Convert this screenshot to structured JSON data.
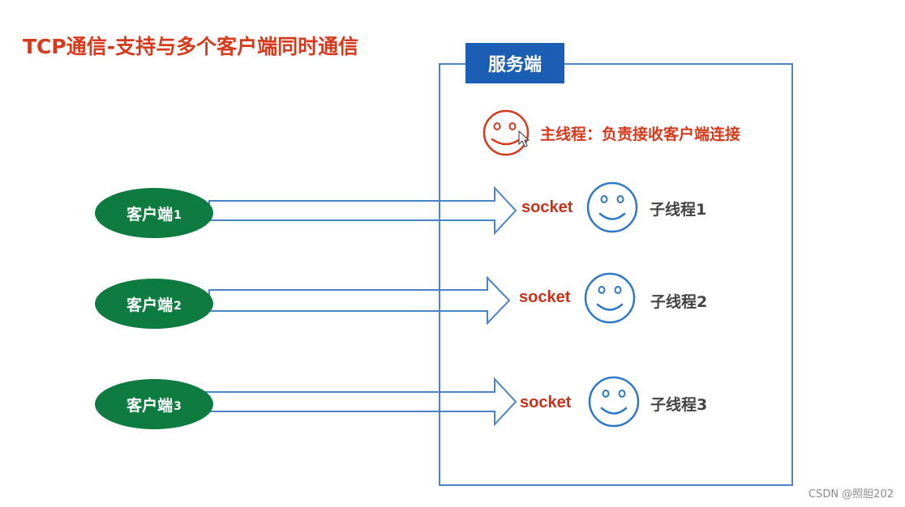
{
  "title": "TCP通信-支持与多个客户端同时通信",
  "server": {
    "label": "服务端",
    "main_thread": "主线程：负责接收客户端连接"
  },
  "rows": [
    {
      "client_label": "客户端",
      "client_num": "1",
      "socket": "socket",
      "thread": "子线程1"
    },
    {
      "client_label": "客户端",
      "client_num": "2",
      "socket": "socket",
      "thread": "子线程2"
    },
    {
      "client_label": "客户端",
      "client_num": "3",
      "socket": "socket",
      "thread": "子线程3"
    }
  ],
  "colors": {
    "title_red": "#d63a1c",
    "server_blue": "#1a5fb4",
    "client_green": "#0e7b40",
    "arrow_blue": "#4a84c4",
    "smiley_red": "#d63a1c",
    "smiley_blue": "#2f78c8"
  },
  "watermark": "CSDN @照胆202"
}
